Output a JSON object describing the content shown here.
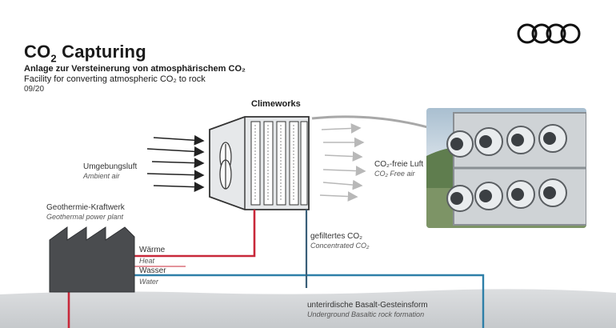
{
  "header": {
    "title_main": "CO",
    "title_sub": "2",
    "title_rest": " Capturing",
    "subtitle_de": "Anlage zur Versteinerung von atmosphärischem CO₂",
    "subtitle_en": "Facility for converting atmospheric CO₂ to rock",
    "page": "09/20"
  },
  "logo": {
    "name": "audi-rings-logo"
  },
  "diagram": {
    "unit_label": "Climeworks",
    "ambient_de": "Umgebungsluft",
    "ambient_en": "Ambient air",
    "co2free_de": "CO₂-freie Luft",
    "co2free_en": "CO₂ Free air",
    "plant_de": "Geothermie-Kraftwerk",
    "plant_en": "Geothermal power plant",
    "heat_de": "Wärme",
    "heat_en": "Heat",
    "water_de": "Wasser",
    "water_en": "Water",
    "filtered_de": "gefiltertes CO₂",
    "filtered_en": "Concentrated CO₂",
    "basalt_de": "unterirdische Basalt-Gesteinsform",
    "basalt_en": "Underground Basaltic rock formation"
  },
  "colors": {
    "heat_line": "#c8283a",
    "water_line": "#2e7fa8",
    "co2_line": "#3a5f78",
    "ground": "#d4d6d8",
    "unit_fill": "#e6e8ea"
  }
}
